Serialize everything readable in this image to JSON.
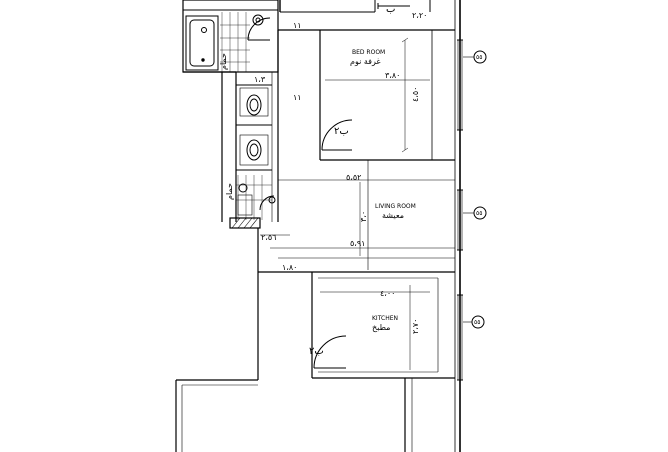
{
  "rooms": {
    "bedroom": {
      "name_en": "BED ROOM",
      "name_ar": "غرفة نوم"
    },
    "living": {
      "name_en": "LIVING ROOM",
      "name_ar": "معيشة"
    },
    "kitchen": {
      "name_en": "KITCHEN",
      "name_ar": "مطبخ"
    },
    "bath1": {
      "name_ar": "حمام"
    },
    "bath2": {
      "name_ar": "حمام"
    }
  },
  "dimensions": {
    "top_door": "٢،٢٠",
    "bed_wall_1": "١١",
    "bed_wall_2": "١١",
    "bed_width": "٣،٨٠",
    "bed_depth": "٤،٥٠",
    "living_wall": "٥،٥٢",
    "living_depth": "٣،٠",
    "living_span": "٥،٩١",
    "offset_1": "٢،٥٦",
    "kitchen_wall": "١،٨٠",
    "kitchen_width": "٤،٠٠",
    "kitchen_depth": "٢،٧٠",
    "bath_size": "١،٣"
  },
  "door_labels": {
    "top": "ب",
    "bedroom": "ب٢",
    "kitchen": "ب٢"
  },
  "axis_bubbles": [
    "٥٥",
    "٥٥",
    "٥٥"
  ]
}
